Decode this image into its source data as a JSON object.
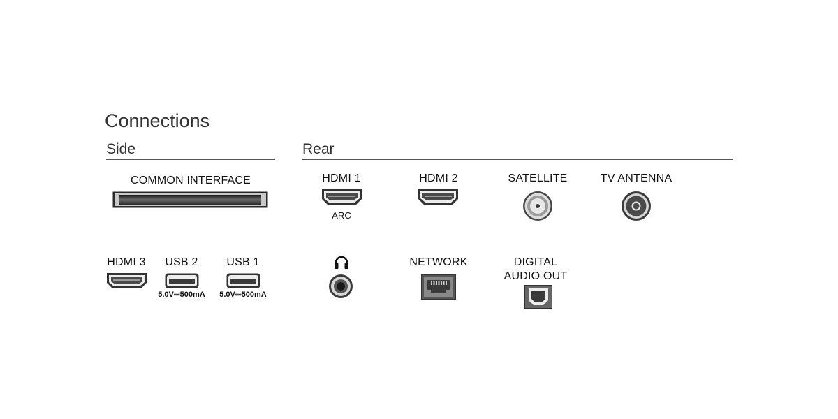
{
  "heading": "Connections",
  "side": {
    "title": "Side",
    "common_interface": "COMMON INTERFACE",
    "hdmi3": "HDMI 3",
    "usb2": "USB 2",
    "usb1": "USB 1",
    "usb2_rating": "5.0V⎓500mA",
    "usb1_rating": "5.0V⎓500mA"
  },
  "rear": {
    "title": "Rear",
    "hdmi1": "HDMI 1",
    "hdmi1_sub": "ARC",
    "hdmi2": "HDMI 2",
    "satellite": "SATELLITE",
    "tv_antenna": "TV ANTENNA",
    "network": "NETWORK",
    "digital_audio_out_line1": "DIGITAL",
    "digital_audio_out_line2": "AUDIO OUT"
  },
  "icons": {
    "hdmi": "hdmi-port-icon",
    "usb": "usb-port-icon",
    "coax": "coaxial-port-icon",
    "headphone": "headphones-icon",
    "jack": "audio-jack-icon",
    "ethernet": "ethernet-port-icon",
    "optical": "optical-port-icon",
    "ci_slot": "ci-slot-icon"
  },
  "colors": {
    "port_dark": "#3a3a3a",
    "port_mid": "#8a8a8a",
    "port_light": "#d0d0d0"
  }
}
